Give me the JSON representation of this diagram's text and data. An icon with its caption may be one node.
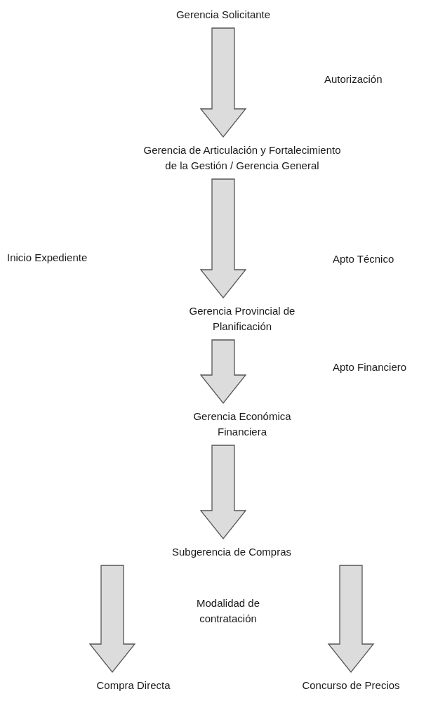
{
  "diagram": {
    "nodes": [
      {
        "text": [
          "Gerencia Solicitante"
        ]
      },
      {
        "text": [
          "Gerencia de Articulación y Fortalecimiento de la Gestión / Gerencia General"
        ]
      },
      {
        "text": [
          "Gerencia Provincial de Planificación"
        ]
      },
      {
        "text": [
          "Gerencia Económica Financiera"
        ]
      },
      {
        "text": [
          "Subgerencia de Compras"
        ]
      },
      {
        "text": [
          "Compra Directa"
        ]
      },
      {
        "text": [
          "Concurso de Precios"
        ]
      }
    ],
    "edges": [
      {
        "from": 0,
        "to": 1,
        "arrow": "to"
      },
      {
        "from": 1,
        "to": 2,
        "arrow": "to"
      },
      {
        "from": 2,
        "to": 3,
        "arrow": "to"
      },
      {
        "from": 3,
        "to": 4,
        "arrow": "to"
      },
      {
        "from": 4,
        "to": 5,
        "arrow": "to"
      },
      {
        "from": 4,
        "to": 6,
        "arrow": "to"
      }
    ],
    "labels": [
      "Autorización",
      "Inicio Expediente",
      "Apto Técnico",
      "Apto Financiero",
      "Modalidad de contratación"
    ]
  }
}
